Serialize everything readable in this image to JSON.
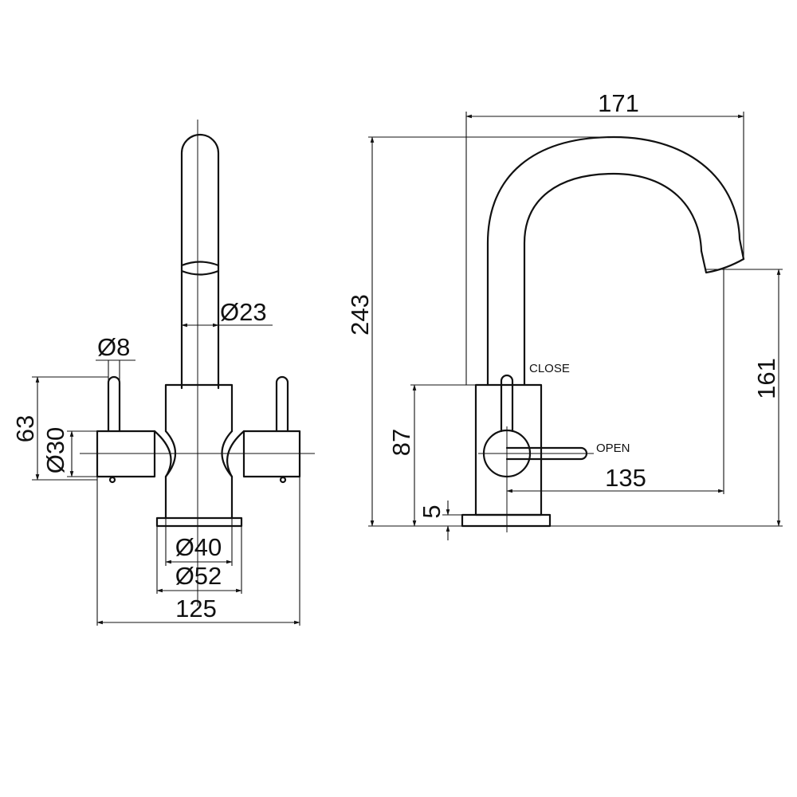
{
  "front_view": {
    "dims": {
      "spout_diameter": "Ø23",
      "handle_diameter": "Ø8",
      "height_63": "63",
      "body_diameter": "Ø30",
      "base_diameter_40": "Ø40",
      "base_diameter_52": "Ø52",
      "width_125": "125"
    }
  },
  "side_view": {
    "dims": {
      "reach_171": "171",
      "height_243": "243",
      "spout_height_161": "161",
      "body_height_87": "87",
      "spout_reach_135": "135",
      "base_height_5": "5"
    },
    "labels": {
      "close": "CLOSE",
      "open": "OPEN"
    }
  },
  "colors": {
    "line": "#111111",
    "background": "#ffffff"
  }
}
